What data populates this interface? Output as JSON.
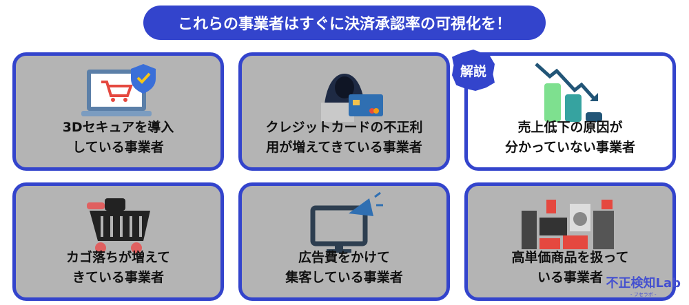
{
  "header": {
    "title": "これらの事業者はすぐに決済承認率の可視化を！"
  },
  "badge": {
    "label": "解説"
  },
  "cards": [
    {
      "line1": "3Dセキュアを導入",
      "line2": "している事業者",
      "icon": "laptop-cart-shield-icon"
    },
    {
      "line1": "クレジットカードの不正利",
      "line2": "用が増えてきている事業者",
      "icon": "hacker-credit-card-icon"
    },
    {
      "line1": "売上低下の原因が",
      "line2": "分かっていない事業者",
      "icon": "declining-bar-chart-icon"
    },
    {
      "line1": "カゴ落ちが増えて",
      "line2": "きている事業者",
      "icon": "shopping-basket-icon"
    },
    {
      "line1": "広告費をかけて",
      "line2": "集客している事業者",
      "icon": "monitor-megaphone-icon"
    },
    {
      "line1": "高単価商品を扱って",
      "line2": "いる事業者",
      "icon": "appliances-icon"
    }
  ],
  "watermark": {
    "title": "不正検知Lab",
    "subtitle": "- フセラボ -"
  },
  "colors": {
    "accent": "#3344cc",
    "card_bg": "#b4b4b4"
  }
}
